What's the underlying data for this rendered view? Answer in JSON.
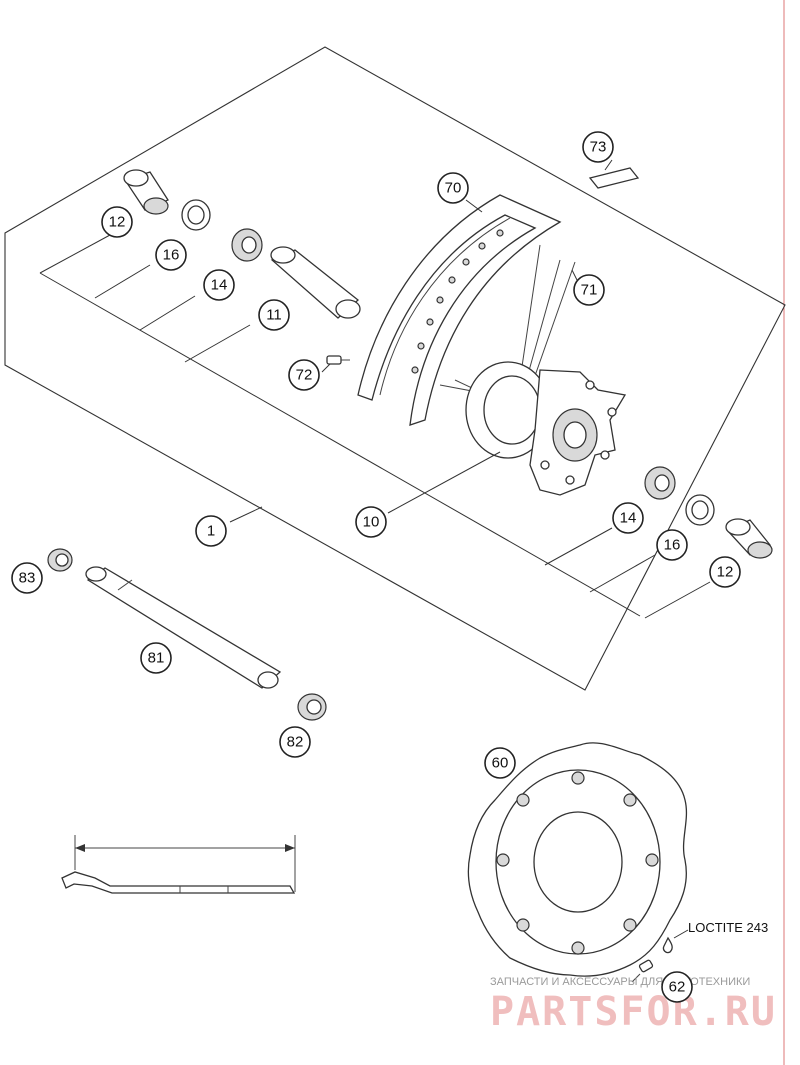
{
  "callouts": [
    {
      "id": "c73",
      "label": "73"
    },
    {
      "id": "c70",
      "label": "70"
    },
    {
      "id": "c71",
      "label": "71"
    },
    {
      "id": "c12a",
      "label": "12"
    },
    {
      "id": "c16a",
      "label": "16"
    },
    {
      "id": "c14a",
      "label": "14"
    },
    {
      "id": "c11",
      "label": "11"
    },
    {
      "id": "c72",
      "label": "72"
    },
    {
      "id": "c10",
      "label": "10"
    },
    {
      "id": "c1",
      "label": "1"
    },
    {
      "id": "c14b",
      "label": "14"
    },
    {
      "id": "c16b",
      "label": "16"
    },
    {
      "id": "c12b",
      "label": "12"
    },
    {
      "id": "c83",
      "label": "83"
    },
    {
      "id": "c81",
      "label": "81"
    },
    {
      "id": "c82",
      "label": "82"
    },
    {
      "id": "c60",
      "label": "60"
    },
    {
      "id": "c62",
      "label": "62"
    }
  ],
  "note": {
    "loctite": "LOCTITE 243"
  },
  "watermark": {
    "subtitle": "ЗАПЧАСТИ И АКСЕССУАРЫ ДЛЯ МОТОТЕХНИКИ",
    "brand": "PARTSFOR.RU"
  }
}
